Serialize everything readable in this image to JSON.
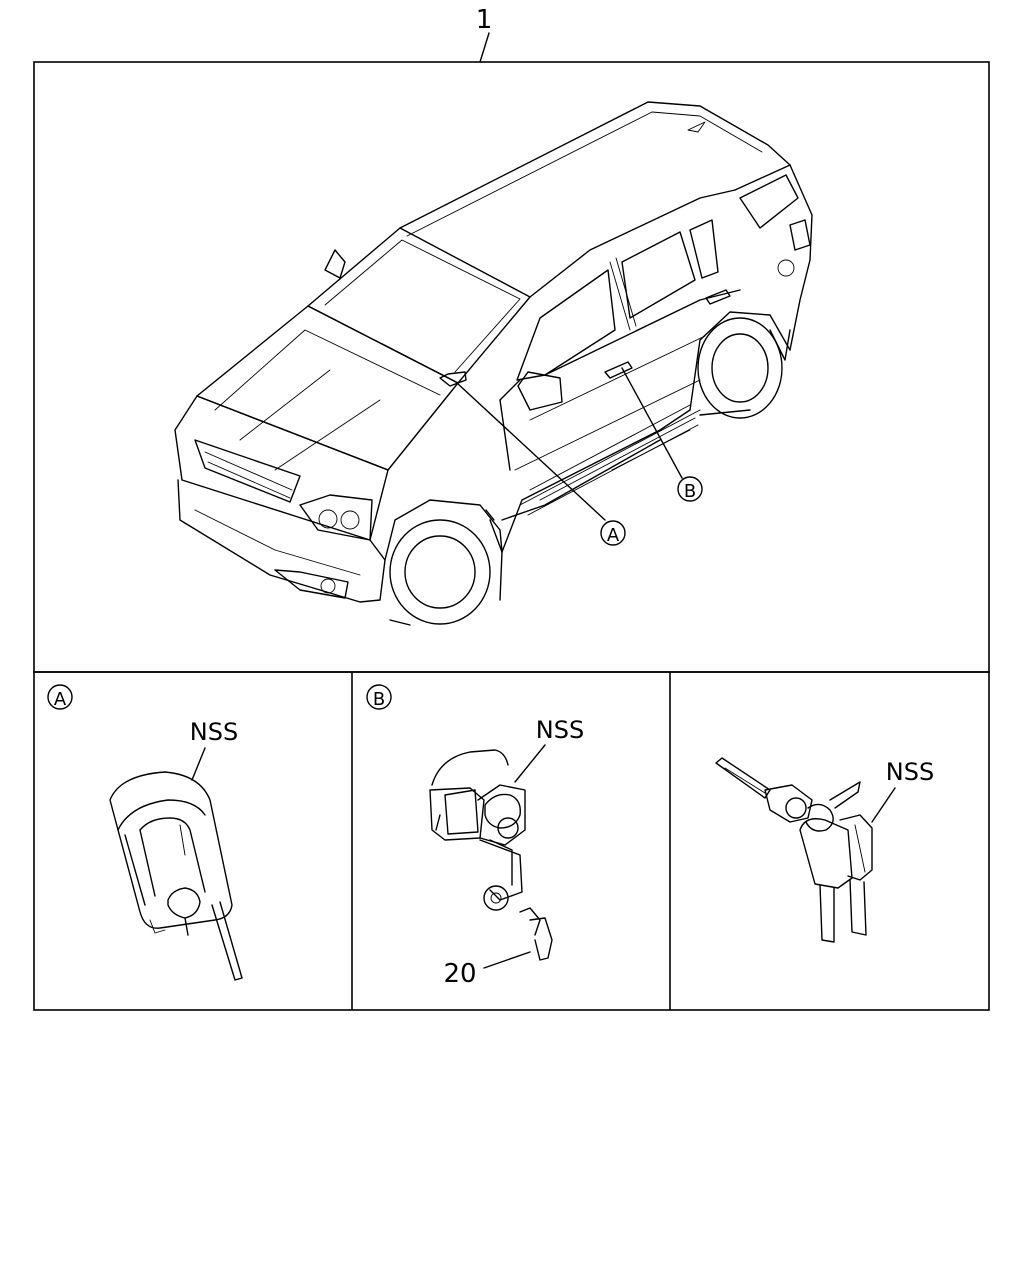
{
  "diagram": {
    "top_callout": "1",
    "callout_a": "A",
    "callout_b": "B",
    "panels": [
      {
        "marker": "A",
        "label": "NSS"
      },
      {
        "marker": "B",
        "label": "NSS",
        "part_number": "20"
      },
      {
        "label": "NSS"
      }
    ]
  }
}
